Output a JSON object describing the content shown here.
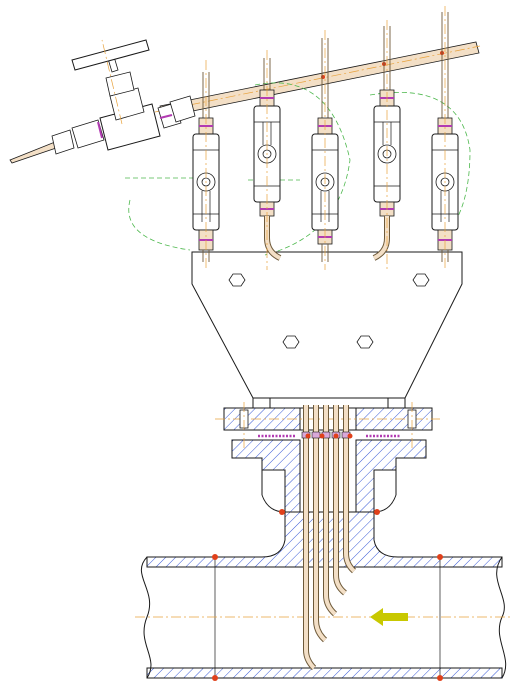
{
  "drawing": {
    "colors": {
      "outline": "#1a1a1a",
      "hatch": "#3b5bd6",
      "centerline": "#e8a23c",
      "swing_path": "#4db84d",
      "tube": "#f3dfc6",
      "weld_dot": "#e0401a",
      "ferrule": "#b23bb2",
      "flow_arrow": "#c8c800"
    },
    "probe_count": 5,
    "valve_block_count": 5,
    "flow_direction": "right-to-left"
  }
}
